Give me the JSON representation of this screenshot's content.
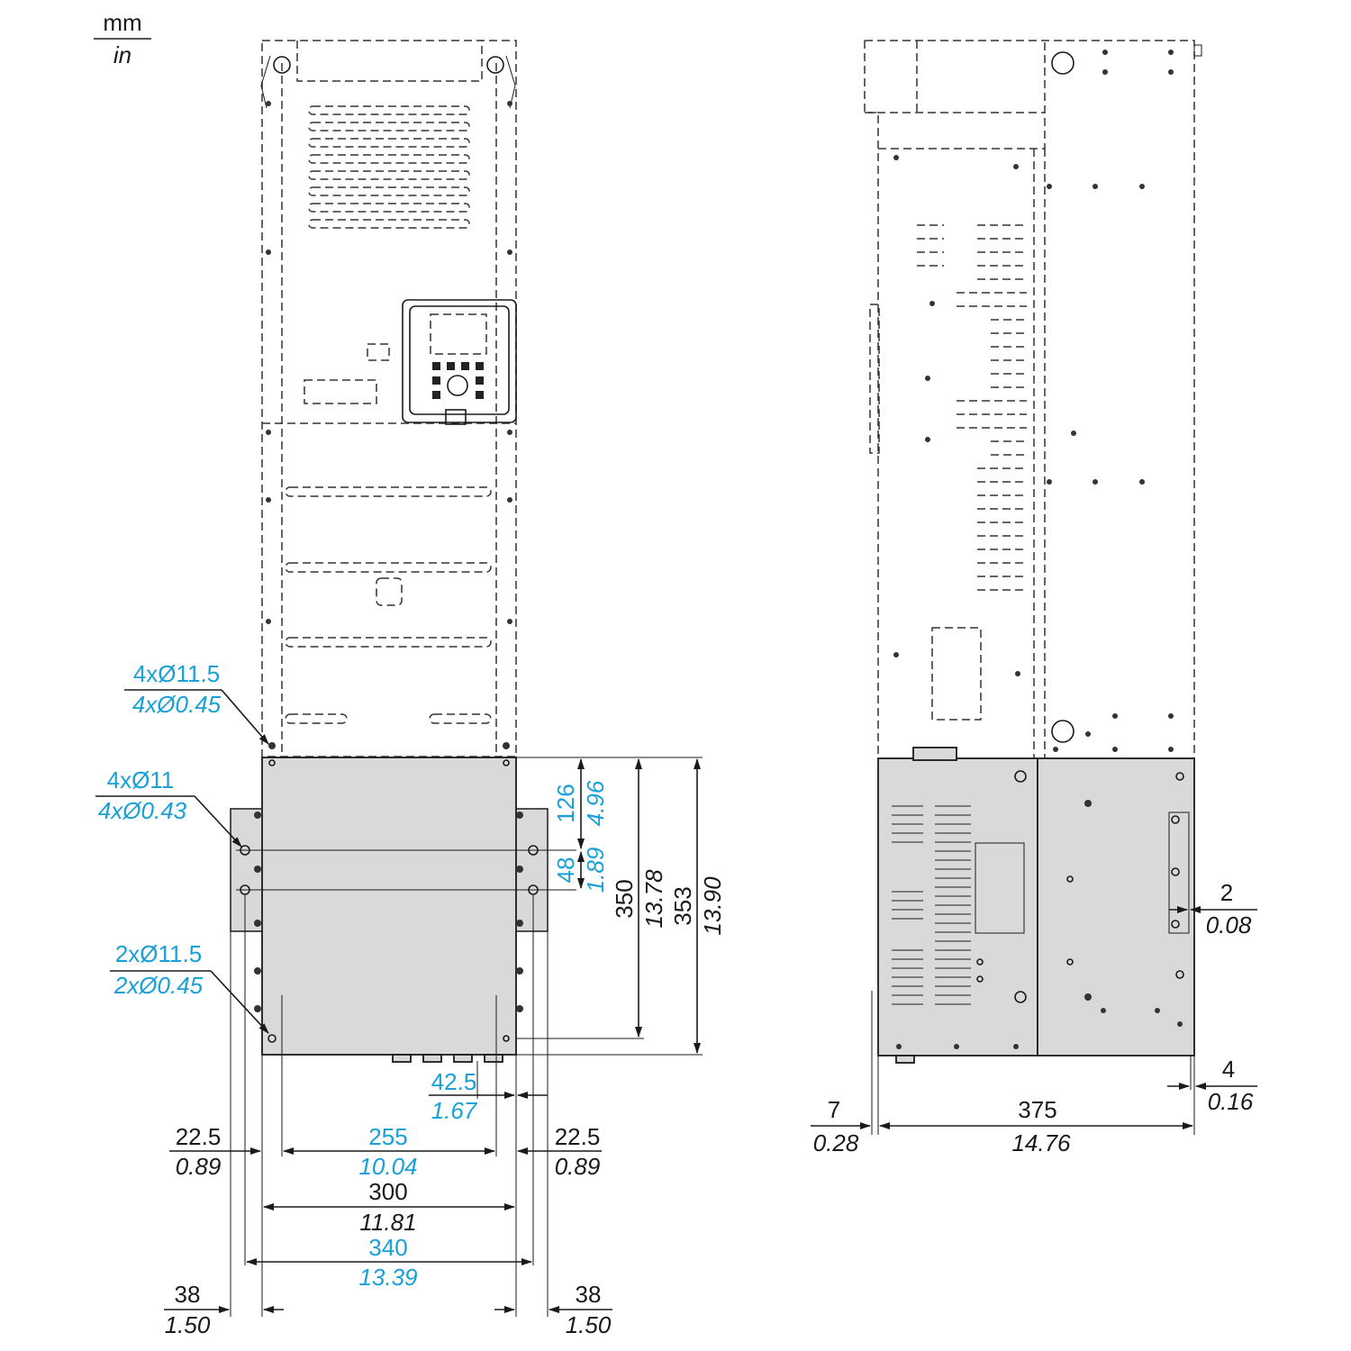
{
  "units": {
    "top": "mm",
    "bottom": "in"
  },
  "front_view": {
    "holes_top": {
      "mm": "4xØ11.5",
      "in": "4xØ0.45"
    },
    "holes_mid": {
      "mm": "4xØ11",
      "in": "4xØ0.43"
    },
    "holes_bottom": {
      "mm": "2xØ11.5",
      "in": "2xØ0.45"
    },
    "dim_126": {
      "mm": "126",
      "in": "4.96"
    },
    "dim_48": {
      "mm": "48",
      "in": "1.89"
    },
    "dim_350": {
      "mm": "350",
      "in": "13.78"
    },
    "dim_353": {
      "mm": "353",
      "in": "13.90"
    },
    "dim_42_5": {
      "mm": "42.5",
      "in": "1.67"
    },
    "dim_22_5_left": {
      "mm": "22.5",
      "in": "0.89"
    },
    "dim_255": {
      "mm": "255",
      "in": "10.04"
    },
    "dim_22_5_right": {
      "mm": "22.5",
      "in": "0.89"
    },
    "dim_300": {
      "mm": "300",
      "in": "11.81"
    },
    "dim_340": {
      "mm": "340",
      "in": "13.39"
    },
    "dim_38_left": {
      "mm": "38",
      "in": "1.50"
    },
    "dim_38_right": {
      "mm": "38",
      "in": "1.50"
    }
  },
  "side_view": {
    "dim_2": {
      "mm": "2",
      "in": "0.08"
    },
    "dim_4": {
      "mm": "4",
      "in": "0.16"
    },
    "dim_7": {
      "mm": "7",
      "in": "0.28"
    },
    "dim_375": {
      "mm": "375",
      "in": "14.76"
    }
  },
  "colors": {
    "highlight": "#1aa0d8",
    "line": "#1a1a1a",
    "fill": "#d9d9d9"
  }
}
